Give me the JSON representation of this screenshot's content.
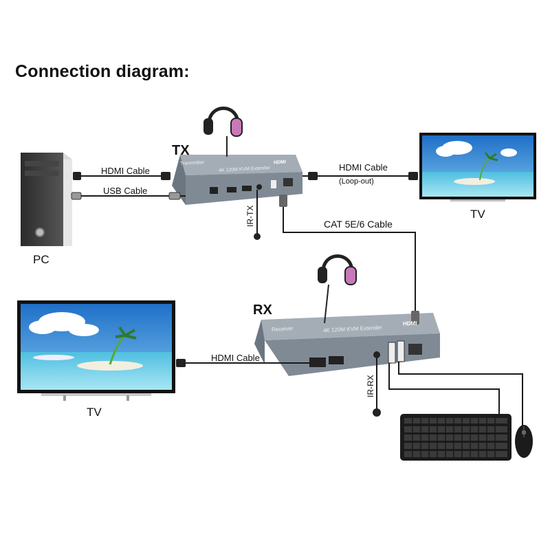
{
  "title": "Connection diagram:",
  "devices": {
    "pc": "PC",
    "tv_top": "TV",
    "tv_bottom": "TV",
    "tx": "TX",
    "rx": "RX"
  },
  "cables": {
    "hdmi_pc": "HDMI Cable",
    "usb_pc": "USB Cable",
    "hdmi_loop": "HDMI Cable",
    "loop_out": "(Loop-out)",
    "cat": "CAT 5E/6 Cable",
    "hdmi_rx": "HDMI Cable",
    "ir_tx": "IR-TX",
    "ir_rx": "IR-RX"
  },
  "box_text": {
    "tx_face": "4K 120M KVM Extender",
    "tx_side": "Transmitter",
    "rx_face": "4K 120M KVM Extender",
    "rx_side": "Receiver",
    "brand": "HDMI"
  },
  "colors": {
    "box": "#7f8a95",
    "box_top": "#98a2ab",
    "cable": "#1a1a1a",
    "sky": "#3b8fd8",
    "sea": "#5ec8e0",
    "headphone_cup": "#c879b8"
  }
}
